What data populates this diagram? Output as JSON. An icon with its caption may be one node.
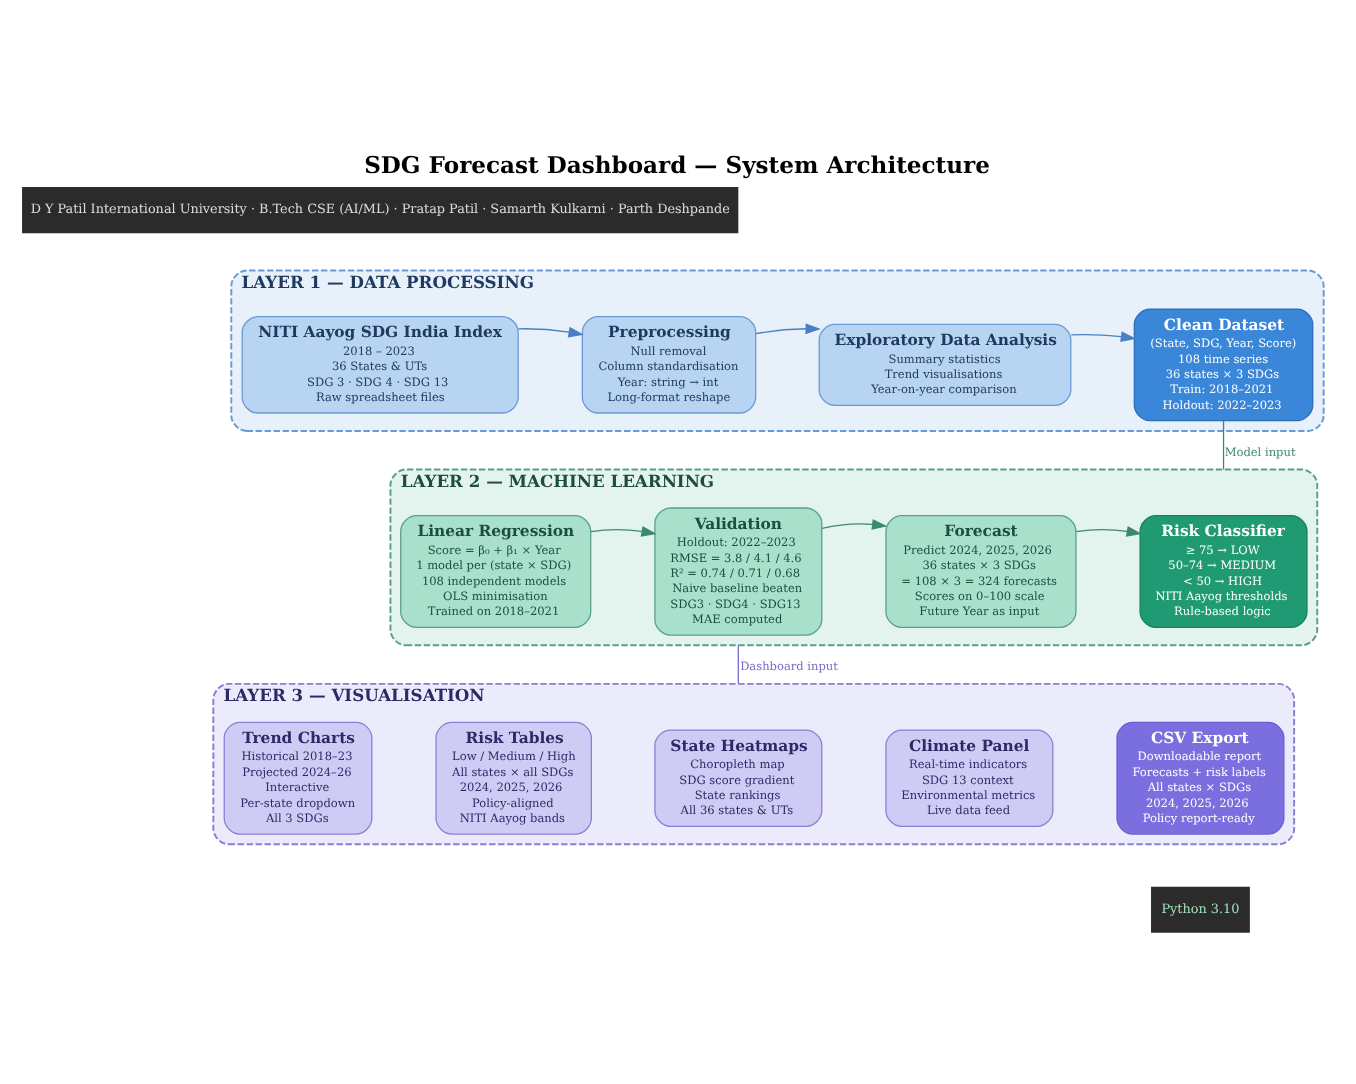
{
  "diagram": {
    "title": "SDG Forecast Dashboard — System Architecture",
    "nodes": [
      {
        "text": [
          "LAYER 1 — DATA PROCESSING"
        ]
      },
      {
        "text": [
          "NITI Aayog SDG India Index",
          "2018 – 2023",
          "36 States & UTs",
          "SDG 3 · SDG 4 · SDG 13",
          "Raw spreadsheet files"
        ],
        "in": 0
      },
      {
        "text": [
          "Preprocessing",
          "Null removal",
          "Column standardisation",
          "Year: string → int",
          "Long-format reshape"
        ],
        "in": 0
      },
      {
        "text": [
          "Exploratory Data Analysis",
          "Summary statistics",
          "Trend visualisations",
          "Year-on-year comparison"
        ],
        "in": 0
      },
      {
        "text": [
          "Clean Dataset",
          "(State, SDG, Year, Score)",
          "108 time series",
          "36 states × 3 SDGs",
          "Train: 2018–2021",
          "Holdout: 2022–2023"
        ],
        "in": 0
      },
      {
        "text": [
          "LAYER 2 — MACHINE LEARNING"
        ]
      },
      {
        "text": [
          "Linear Regression",
          "Score = β₀ + β₁ × Year",
          "1 model per (state × SDG)",
          "108 independent models",
          "OLS minimisation",
          "Trained on 2018–2021"
        ],
        "in": 5
      },
      {
        "text": [
          "Validation",
          "Holdout: 2022–2023",
          "RMSE = 3.8 / 4.1 / 4.6",
          "R² = 0.74 / 0.71 / 0.68",
          "Naive baseline beaten",
          "SDG3 · SDG4 · SDG13",
          "MAE computed"
        ],
        "in": 5
      },
      {
        "text": [
          "Forecast",
          "Predict 2024, 2025, 2026",
          "36 states × 3 SDGs",
          "= 108 × 3 = 324 forecasts",
          "Scores on 0–100 scale",
          "Future Year as input"
        ],
        "in": 5
      },
      {
        "text": [
          "Risk Classifier",
          "≥ 75 → LOW",
          "50–74 → MEDIUM",
          "< 50 → HIGH",
          "NITI Aayog thresholds",
          "Rule-based logic"
        ],
        "in": 5
      },
      {
        "text": [
          "LAYER 3 — VISUALISATION"
        ]
      },
      {
        "text": [
          "Trend Charts",
          "Historical 2018–23",
          "Projected 2024–26",
          "Interactive",
          "Per-state dropdown",
          "All 3 SDGs"
        ],
        "in": 10
      },
      {
        "text": [
          "Risk Tables",
          "Low / Medium / High",
          "All states × all SDGs",
          "2024, 2025, 2026",
          "Policy-aligned",
          "NITI Aayog bands"
        ],
        "in": 10
      },
      {
        "text": [
          "State Heatmaps",
          "Choropleth map",
          "SDG score gradient",
          "State rankings",
          "All 36 states & UTs"
        ],
        "in": 10
      },
      {
        "text": [
          "Climate Panel",
          "Real-time indicators",
          "SDG 13 context",
          "Environmental metrics",
          "Live data feed"
        ],
        "in": 10
      },
      {
        "text": [
          "CSV Export",
          "Downloadable report",
          "Forecasts + risk labels",
          "All states × SDGs",
          "2024, 2025, 2026",
          "Policy report-ready"
        ],
        "in": 10
      }
    ],
    "edges": [
      {
        "from": 1,
        "to": 2,
        "arrow": "to",
        "color": "#4a7fc1"
      },
      {
        "from": 2,
        "to": 3,
        "arrow": "to",
        "color": "#4a7fc1"
      },
      {
        "from": 3,
        "to": 4,
        "arrow": "to",
        "color": "#4a7fc1"
      },
      {
        "from": 4,
        "to": 5,
        "arrow": "none",
        "label": "Model input",
        "color": "#3a8a6e"
      },
      {
        "from": 6,
        "to": 7,
        "arrow": "to",
        "color": "#3a8a6e"
      },
      {
        "from": 7,
        "to": 8,
        "arrow": "to",
        "color": "#3a8a6e"
      },
      {
        "from": 8,
        "to": 9,
        "arrow": "to",
        "color": "#3a8a6e"
      },
      {
        "from": 5,
        "to": 10,
        "arrow": "none",
        "label": "Dashboard input",
        "color": "#7a68c8"
      }
    ],
    "labels": [
      "D Y Patil International University · B.Tech CSE (AI/ML) · Pratap Patil · Samarth Kulkarni · Parth Deshpande",
      "Python 3.10"
    ]
  }
}
